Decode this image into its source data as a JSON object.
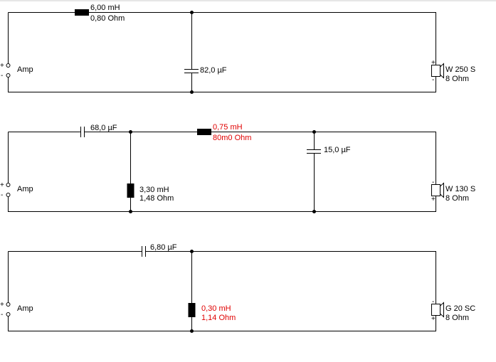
{
  "colors": {
    "wire": "#000000",
    "highlight": "#e00000"
  },
  "circuits": [
    {
      "amp_label": "Amp",
      "plus": "+",
      "minus": "-",
      "series_inductor": {
        "value": "6,00 mH",
        "resistance": "0,80 Ohm"
      },
      "shunt_capacitor": {
        "value": "82,0 µF"
      },
      "speaker": {
        "name": "W 250 S",
        "impedance": "8 Ohm",
        "top_sign": "+",
        "bottom_sign": "-"
      }
    },
    {
      "amp_label": "Amp",
      "plus": "+",
      "minus": "-",
      "series_capacitor": {
        "value": "68,0 µF"
      },
      "shunt_inductor": {
        "value": "3,30 mH",
        "resistance": "1,48 Ohm"
      },
      "series_inductor": {
        "value": "0,75 mH",
        "resistance": "80m0 Ohm"
      },
      "shunt_capacitor": {
        "value": "15,0 µF"
      },
      "speaker": {
        "name": "W 130 S",
        "impedance": "8 Ohm",
        "top_sign": "-",
        "bottom_sign": "+"
      }
    },
    {
      "amp_label": "Amp",
      "plus": "+",
      "minus": "-",
      "series_capacitor": {
        "value": "6,80 µF"
      },
      "shunt_inductor": {
        "value": "0,30 mH",
        "resistance": "1,14 Ohm"
      },
      "speaker": {
        "name": "G 20 SC",
        "impedance": "8 Ohm",
        "top_sign": "-",
        "bottom_sign": "+"
      }
    }
  ]
}
